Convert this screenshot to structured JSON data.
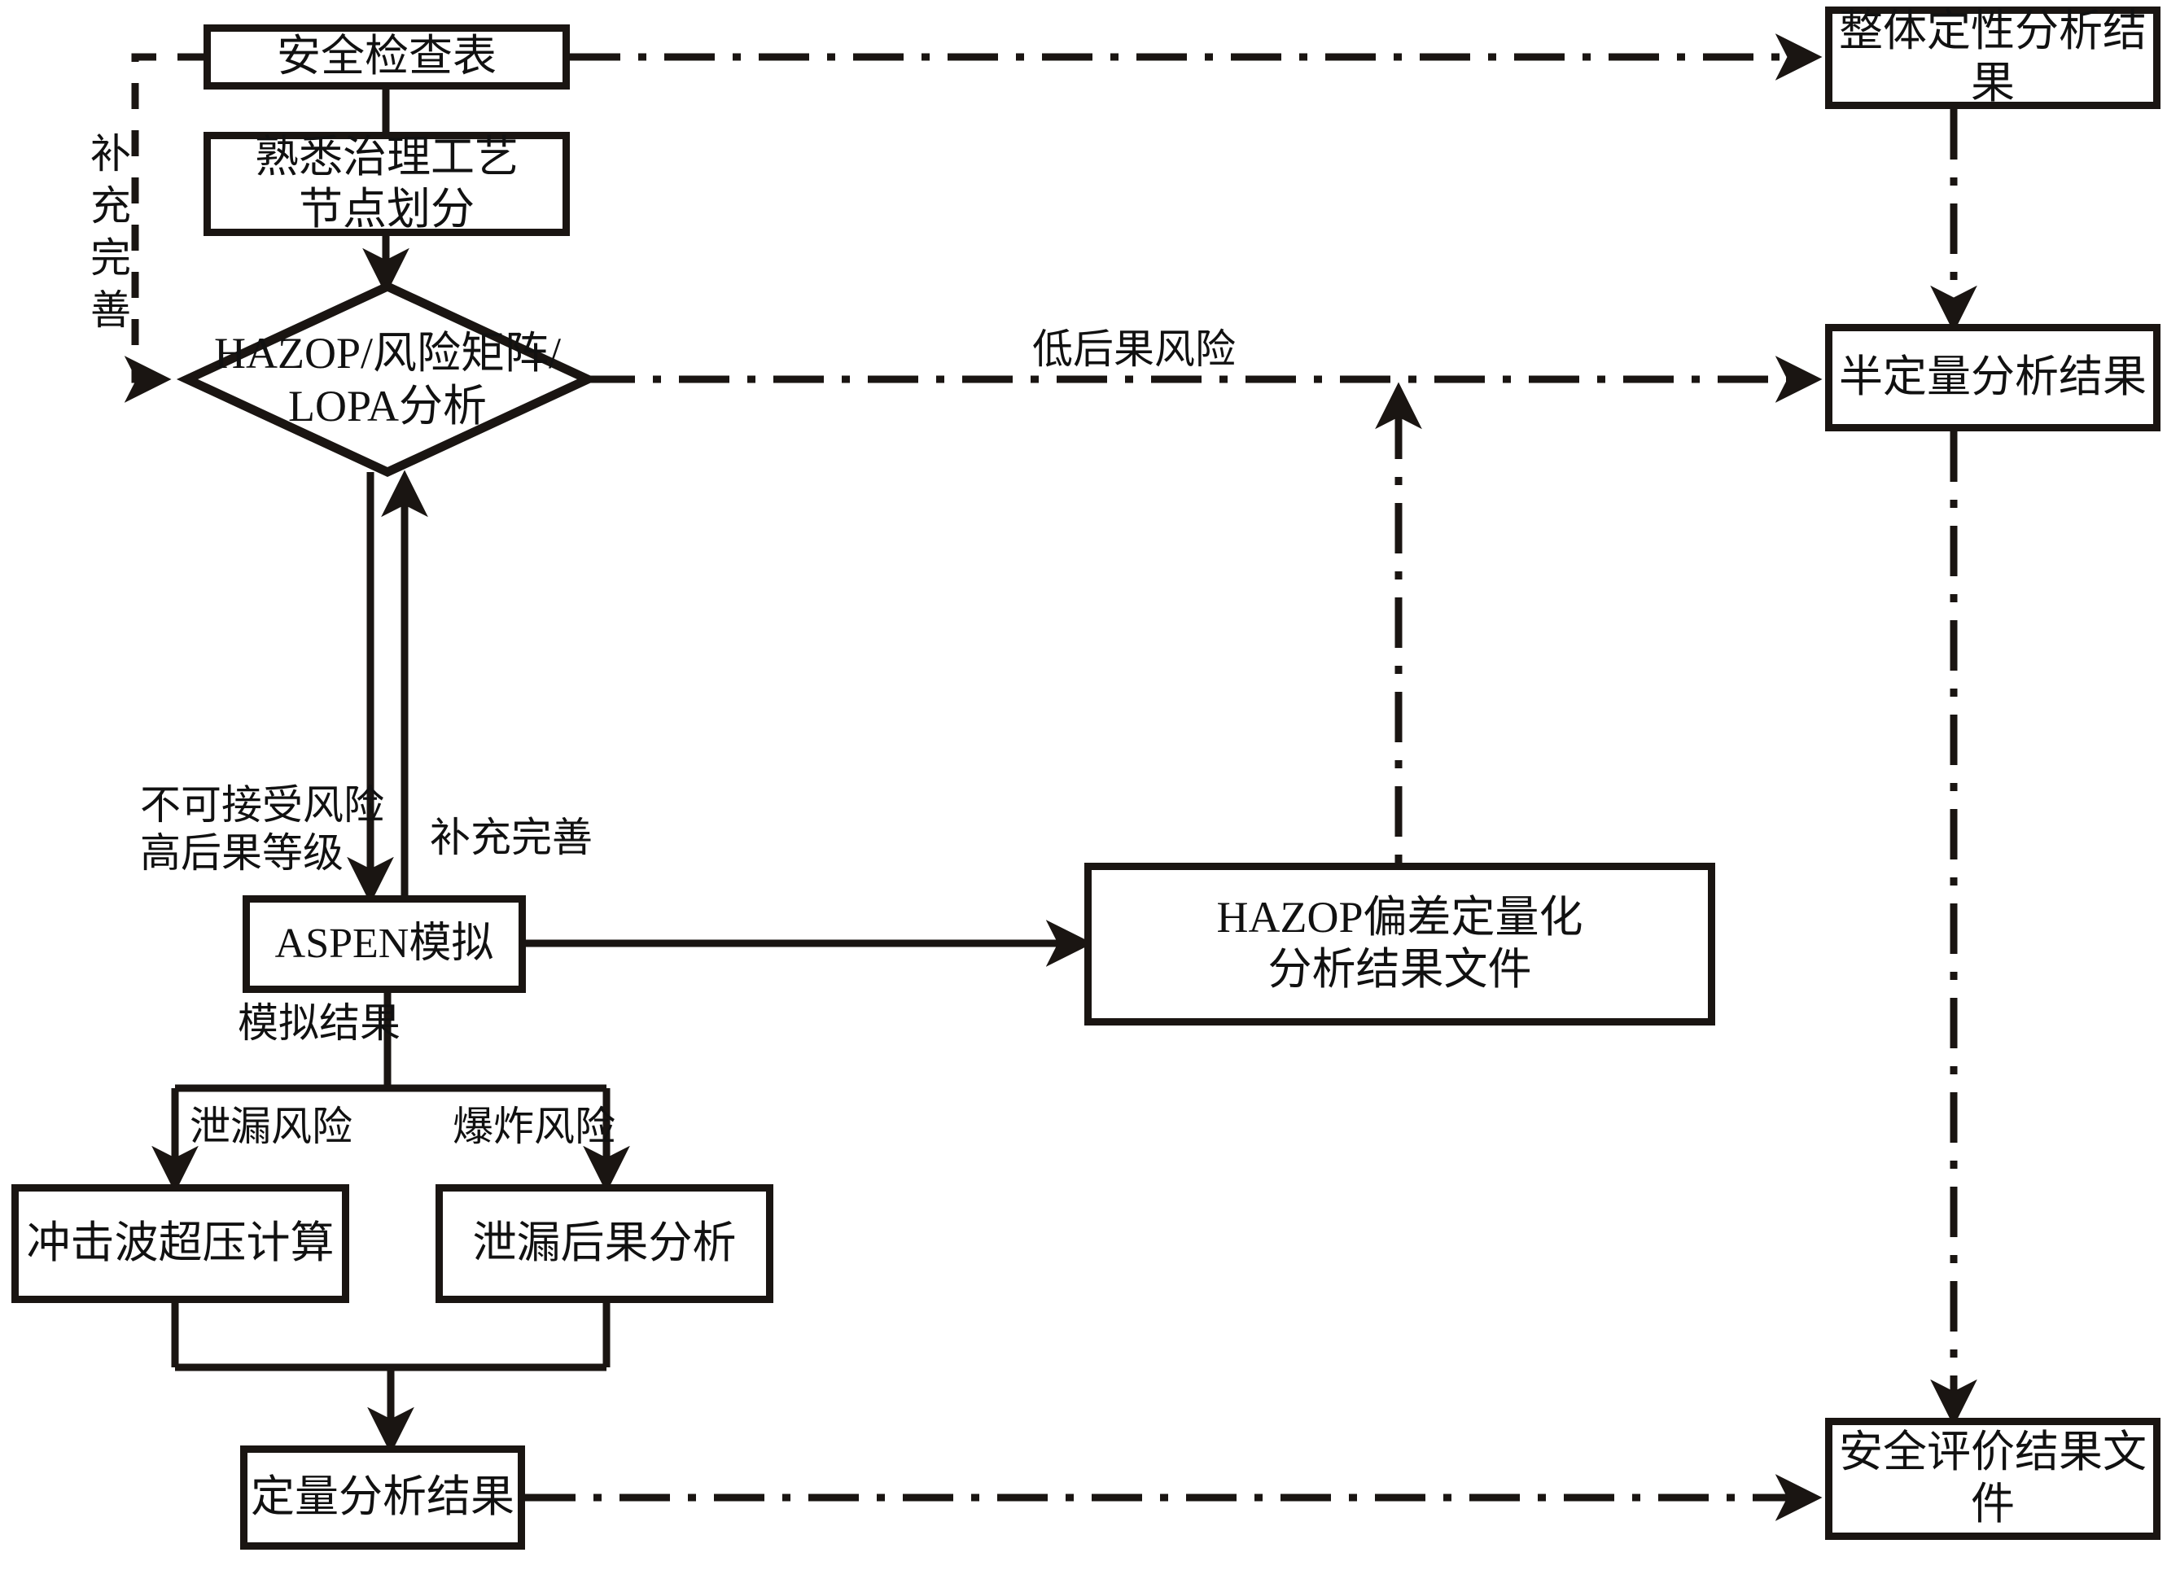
{
  "diagram": {
    "title": "安全评价流程图",
    "stroke_color": "#1a1512",
    "background_color": "#ffffff",
    "nodes": {
      "safety_checklist": "安全检查表",
      "process_nodes": "熟悉治理工艺\n节点划分",
      "decision": "HAZOP/风险矩阵/\nLOPA分析",
      "aspen": "ASPEN模拟",
      "hazop_file": "HAZOP偏差定量化\n分析结果文件",
      "shockwave": "冲击波超压计算",
      "leak_consequence": "泄漏后果分析",
      "quant_result": "定量分析结果",
      "overall_qualitative": "整体定性分析结果",
      "semi_quant": "半定量分析结果",
      "safety_report": "安全评价结果文件"
    },
    "edge_labels": {
      "feedback_left": "补充完善",
      "low_consequence": "低后果风险",
      "unacceptable_risk": "不可接受风险\n高后果等级",
      "supplement": "补充完善",
      "sim_result": "模拟结果",
      "leak_risk": "泄漏风险",
      "explosion_risk": "爆炸风险"
    }
  }
}
